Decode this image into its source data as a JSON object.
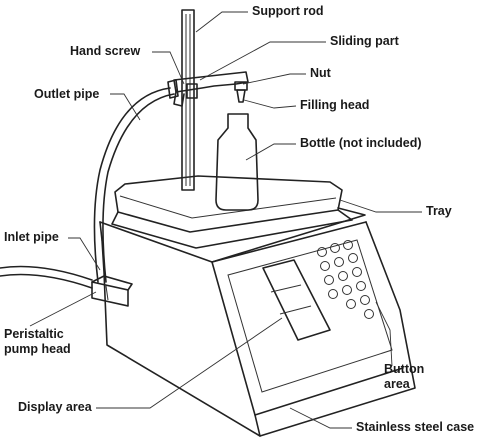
{
  "labels": {
    "support_rod": "Support rod",
    "hand_screw": "Hand screw",
    "sliding_part": "Sliding part",
    "outlet_pipe": "Outlet pipe",
    "nut": "Nut",
    "filling_head": "Filling head",
    "bottle": "Bottle (not included)",
    "tray": "Tray",
    "inlet_pipe": "Inlet pipe",
    "pump_head_line1": "Peristaltic",
    "pump_head_line2": "pump head",
    "button_area_line1": "Button",
    "button_area_line2": "area",
    "display_area": "Display area",
    "case": "Stainless steel case"
  },
  "colors": {
    "line": "#222222",
    "background": "#ffffff"
  }
}
